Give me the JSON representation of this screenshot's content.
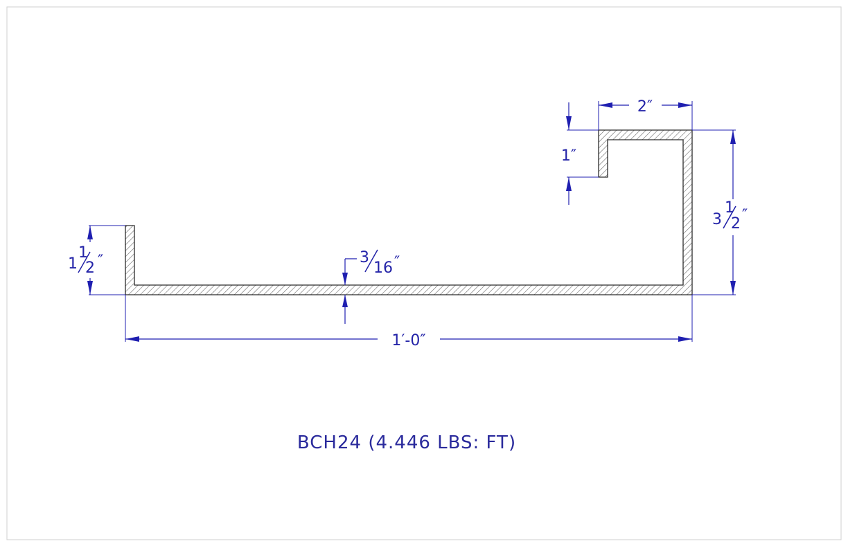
{
  "dimensions": {
    "top_width": "2″",
    "lip_height": "1″",
    "right_height_whole": "3",
    "right_height_num": "1",
    "right_height_den": "2",
    "right_height_unit": "″",
    "left_height_whole": "1",
    "left_height_num": "1",
    "left_height_den": "2",
    "left_height_unit": "″",
    "thickness_num": "3",
    "thickness_den": "16",
    "thickness_unit": "″",
    "overall_length": "1′-0″"
  },
  "caption": "BCH24 (4.446 LBS: FT)",
  "colors": {
    "dimension_blue": "#1f1fb0",
    "hatch": "#6b6b6b"
  }
}
